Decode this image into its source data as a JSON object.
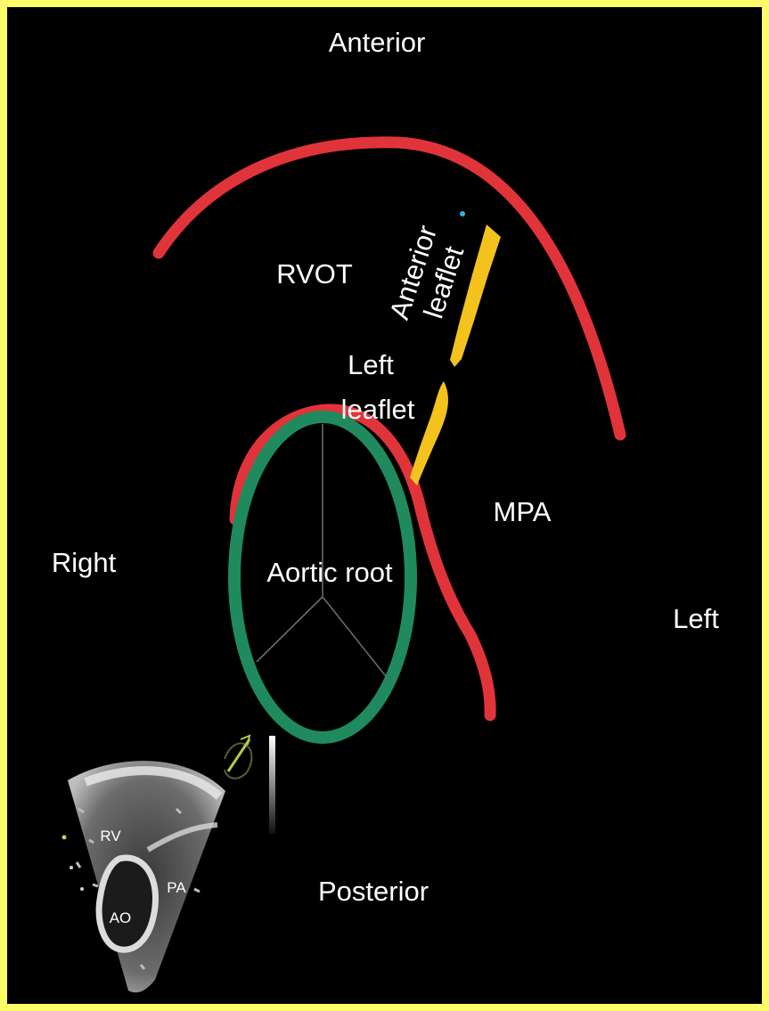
{
  "orientation": {
    "anterior": "Anterior",
    "posterior": "Posterior",
    "right": "Right",
    "left": "Left"
  },
  "structures": {
    "rvot": "RVOT",
    "mpa": "MPA",
    "aortic_root": "Aortic root",
    "anterior_leaflet_line1": "Anterior",
    "anterior_leaflet_line2": "leaflet",
    "left_leaflet_line1": "Left",
    "left_leaflet_line2": "leaflet"
  },
  "inset": {
    "rv": "RV",
    "pa": "PA",
    "ao": "AO"
  },
  "colors": {
    "background": "#000000",
    "border": "#fdfb6a",
    "rv_outline": "#e0343a",
    "aortic_root": "#1f8a5e",
    "pulmonary_leaflet": "#f4c21c",
    "text": "#ffffff"
  }
}
